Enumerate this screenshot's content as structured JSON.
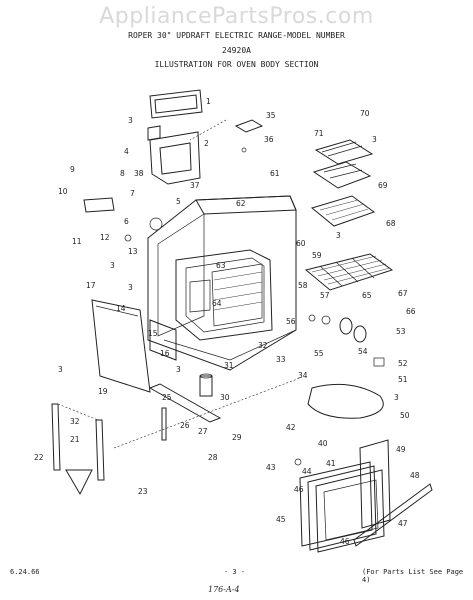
{
  "watermark": "AppliancePartsPros.com",
  "header": {
    "line1": "ROPER 30\" UPDRAFT ELECTRIC RANGE-MODEL NUMBER",
    "line2": "24920A",
    "line3": "ILLUSTRATION FOR OVEN BODY SECTION"
  },
  "footer": {
    "date": "6.24.66",
    "page": "- 3 -",
    "note": "(For Parts List See Page 4)",
    "handwritten": "176-A-4"
  },
  "callouts": [
    "1",
    "2",
    "3",
    "4",
    "5",
    "6",
    "7",
    "8",
    "9",
    "10",
    "11",
    "12",
    "13",
    "14",
    "15",
    "16",
    "17",
    "19",
    "21",
    "22",
    "23",
    "25",
    "26",
    "27",
    "28",
    "29",
    "30",
    "31",
    "32",
    "33",
    "34",
    "35",
    "36",
    "37",
    "38",
    "40",
    "41",
    "42",
    "43",
    "44",
    "45",
    "46",
    "47",
    "48",
    "49",
    "50",
    "51",
    "52",
    "53",
    "54",
    "55",
    "56",
    "57",
    "58",
    "59",
    "60",
    "61",
    "62",
    "63",
    "64",
    "65",
    "66",
    "67",
    "68",
    "69",
    "70",
    "71"
  ]
}
